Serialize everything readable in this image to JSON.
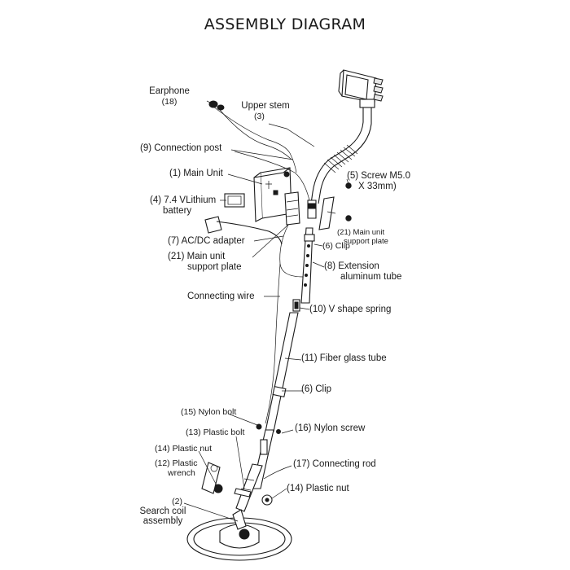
{
  "title": "ASSEMBLY DIAGRAM",
  "labels": {
    "earphone": {
      "name": "Earphone",
      "num": "(18)"
    },
    "upper_stem": {
      "name": "Upper stem",
      "num": "(3)"
    },
    "connection_post": "(9) Connection post",
    "main_unit": "(1) Main Unit",
    "battery": {
      "line1": "(4) 7.4 VLithium",
      "line2": "battery"
    },
    "screw": {
      "line1": "(5) Screw M5.0",
      "line2": "X 33mm)"
    },
    "support_plate_small": {
      "line1": "(21) Main unit",
      "line2": "support plate"
    },
    "adapter": "(7) AC/DC adapter",
    "support_plate": {
      "line1": "(21) Main unit",
      "line2": "support plate"
    },
    "clip_upper": "(6) Clip",
    "extension_tube": {
      "line1": "(8) Extension",
      "line2": "aluminum tube"
    },
    "connecting_wire": "Connecting wire",
    "v_spring": "(10) V shape spring",
    "fiber_tube": "(11) Fiber glass tube",
    "clip_lower": "(6) Clip",
    "nylon_bolt": "(15) Nylon bolt",
    "nylon_screw": "(16) Nylon screw",
    "plastic_bolt": "(13) Plastic bolt",
    "plastic_nut_left": "(14) Plastic nut",
    "plastic_wrench": {
      "line1": "(12) Plastic",
      "line2": "wrench"
    },
    "connecting_rod": "(17) Connecting rod",
    "plastic_nut_right": "(14) Plastic nut",
    "search_coil": {
      "num": "(2)",
      "line1": "Search coil",
      "line2": "assembly"
    }
  }
}
